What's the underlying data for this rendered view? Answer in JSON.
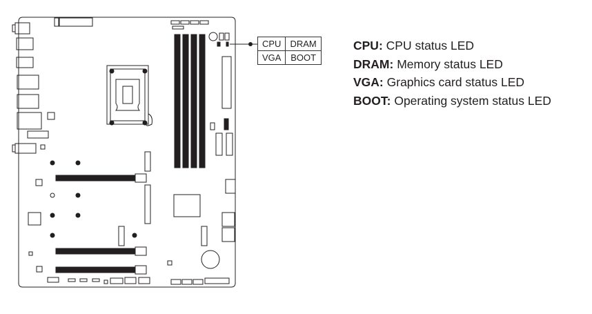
{
  "diagram": {
    "subject": "Motherboard layout with status LED location",
    "led_table": [
      [
        "CPU",
        "DRAM"
      ],
      [
        "VGA",
        "BOOT"
      ]
    ],
    "legend": [
      {
        "key": "CPU:",
        "desc": "CPU status LED"
      },
      {
        "key": "DRAM:",
        "desc": "Memory status LED"
      },
      {
        "key": "VGA:",
        "desc": "Graphics card status LED"
      },
      {
        "key": "BOOT:",
        "desc": "Operating system status LED"
      }
    ],
    "colors": {
      "line": "#231f20",
      "background": "#ffffff"
    }
  }
}
